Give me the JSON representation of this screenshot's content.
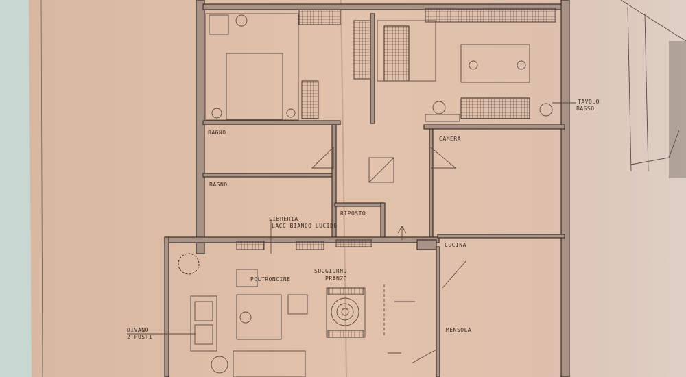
{
  "plan": {
    "rooms": {
      "bagno_1": "BAGNO",
      "bagno_2": "BAGNO",
      "camera": "CAMERA",
      "cucina": "CUCINA",
      "ripostiglio": "RIPOSTO",
      "soggiorno_line1": "SOGGIORNO",
      "soggiorno_line2": "PRANZO"
    },
    "annotations": {
      "tavolo_line1": "TAVOLO",
      "tavolo_line2": "BASSO",
      "libreria_line1": "LIBRERIA",
      "libreria_line2": "LACC BIANCO LUCIDO",
      "poltroncine": "POLTRONCINE",
      "divano_line1": "DIVANO",
      "divano_line2": "2 POSTI",
      "mensola": "MENSOLA"
    }
  }
}
